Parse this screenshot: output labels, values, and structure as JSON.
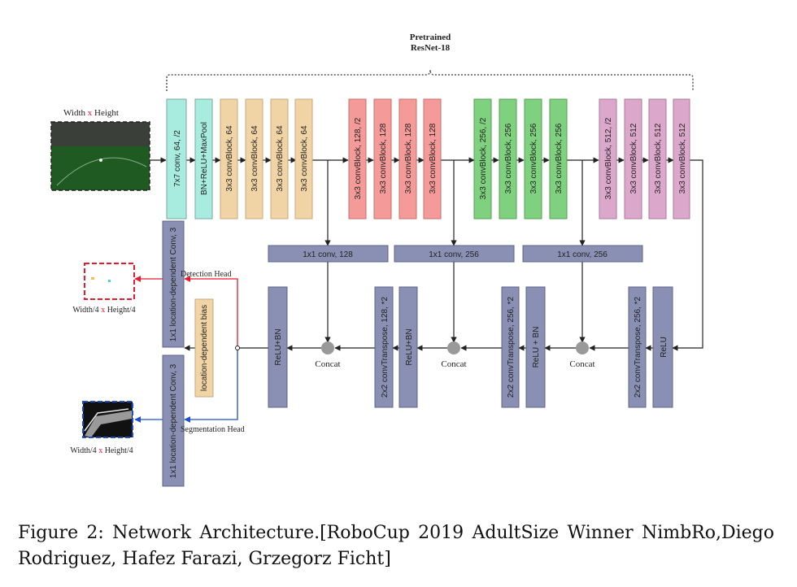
{
  "header": {
    "line1": "Pretrained",
    "line2": "ResNet-18"
  },
  "input": {
    "label_w": "Width",
    "label_x": "x",
    "label_h": "Height"
  },
  "encoder": {
    "stem": [
      "7x7 conv, 64, /2",
      "BN+ReLU+MaxPool"
    ],
    "stage1": [
      "3x3 convBlock, 64",
      "3x3 convBlock, 64",
      "3x3 convBlock, 64",
      "3x3 convBlock, 64"
    ],
    "stage2": [
      "3x3 convBlock, 128, /2",
      "3x3 convBlock, 128",
      "3x3 convBlock, 128",
      "3x3 convBlock, 128"
    ],
    "stage3": [
      "3x3 convBlock, 256, /2",
      "3x3 convBlock, 256",
      "3x3 convBlock, 256",
      "3x3 convBlock, 256"
    ],
    "stage4": [
      "3x3 convBlock, 512, /2",
      "3x3 convBlock, 512",
      "3x3 convBlock, 512",
      "3x3 convBlock, 512"
    ]
  },
  "lateral": [
    "1x1 conv, 128",
    "1x1 conv, 256",
    "1x1 conv, 256"
  ],
  "decoder": {
    "relu_bn_1": "ReLU+BN",
    "convt_128": "2x2 convTranspose, 128, *2",
    "relu_bn_2": "ReLU+BN",
    "convt_256_a": "2x2 convTranspose, 256, *2",
    "relu_bn_3": "ReLU + BN",
    "convt_256_b": "2x2 convTranspose, 256, *2",
    "relu": "ReLU",
    "concat": "Concat"
  },
  "heads": {
    "det_conv": "1x1 location-dependent Conv, 3",
    "bias": "location-dependent bias",
    "seg_conv": "1x1 location-dependent Conv, 3",
    "det_label": "Detection Head",
    "seg_label": "Segmentation Head"
  },
  "outputs": {
    "det": {
      "w": "Width/4",
      "x": "x",
      "h": "Height/4"
    },
    "seg": {
      "w": "Width/4",
      "x": "x",
      "h": "Height/4"
    }
  },
  "caption": "Figure 2:  Network Architecture.[RoboCup 2019 AdultSize Winner NimbRo,Diego Rodriguez, Hafez Farazi, Grzegorz Ficht]",
  "colors": {
    "stem": "#a8ecdf",
    "stage1": "#f1d4a6",
    "stage2": "#f49a98",
    "stage3": "#7fd17f",
    "stage4": "#dba7cb",
    "decoder": "#8a90b4",
    "bias": "#f1d4a6",
    "detection": "#e8192c",
    "segmentation": "#1e4fd1",
    "concat": "#999999"
  }
}
